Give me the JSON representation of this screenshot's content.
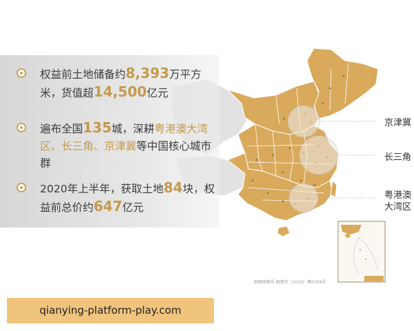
{
  "panel": {
    "item1": {
      "t1": "权益前土地储备约",
      "v1": "8,393",
      "t2": "万平方米，货值超",
      "v2": "14,500",
      "t3": "亿元"
    },
    "item2": {
      "t1": "遍布全国",
      "v1": "135",
      "t2": "城，深耕",
      "h1": "粤港澳大湾区",
      "s1": "、",
      "h2": "长三角",
      "s2": "、",
      "h3": "京津冀",
      "t3": "等中国核心城市群"
    },
    "item3": {
      "t1": "2020年上半年，获取土地",
      "v1": "84",
      "t2": "块，权益前总价约",
      "v2": "647",
      "t3": "亿元"
    }
  },
  "labels": {
    "jjj": "京津冀",
    "csj": "长三角",
    "gba1": "粤港澳",
    "gba2": "大湾区"
  },
  "map_credit": "地图审图号  国审字（2019）第6358号",
  "footer": {
    "url": "qianying-platform-play.com"
  },
  "colors": {
    "gold": "#c49a4d",
    "map_fill": "#d9a95c",
    "map_grey": "#dedede",
    "footer_bg": "#f0c47c"
  }
}
